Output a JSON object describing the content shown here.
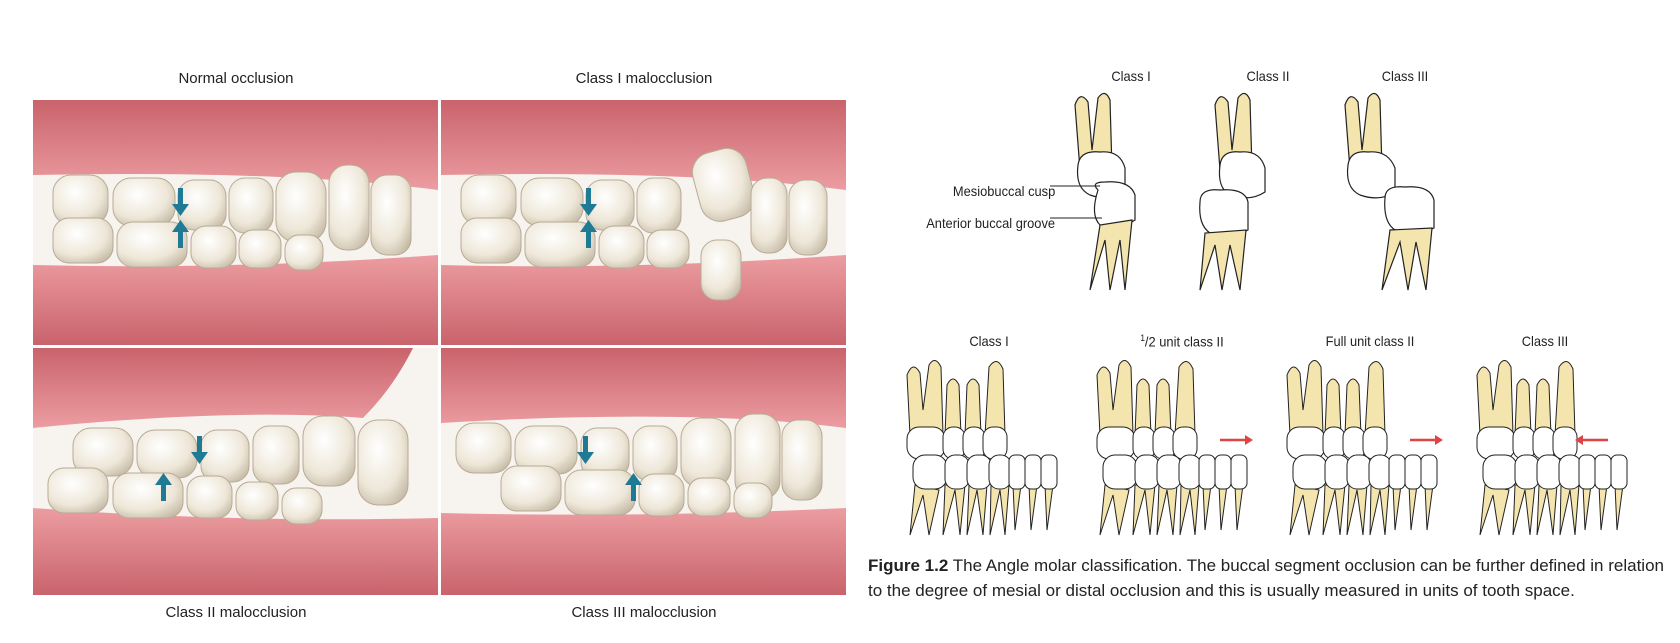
{
  "photos": {
    "normal": "Normal occlusion",
    "class1": "Class I malocclusion",
    "class2": "Class II malocclusion",
    "class3": "Class III malocclusion"
  },
  "diagram_top": {
    "class1": "Class I",
    "class2": "Class II",
    "class3": "Class III",
    "mesiobuccal": "Mesiobuccal cusp",
    "buccal_groove": "Anterior buccal groove"
  },
  "diagram_bottom": {
    "class1": "Class I",
    "half_sup": "1",
    "half_rest": "/2 unit class II",
    "full": "Full unit class II",
    "class3": "Class III"
  },
  "caption": {
    "label": "Figure 1.2",
    "text": " The Angle molar classification. The buccal segment occlusion can be further defined in relation to the degree of mesial or distal occlusion and this is usually measured in units of tooth space."
  },
  "colors": {
    "gum": "#e58f95",
    "tooth": "#efe8da",
    "arrow": "#1f7a96",
    "root": "#f4e4ae",
    "red_arrow": "#dd4444"
  }
}
